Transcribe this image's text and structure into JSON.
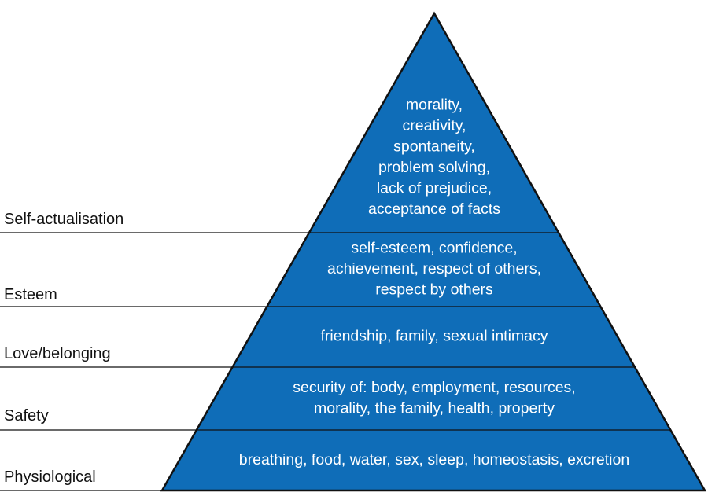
{
  "colors": {
    "fill": "#0f6db8",
    "stroke": "#111111",
    "tier_text": "#ffffff",
    "label_text": "#111111",
    "background": "#ffffff"
  },
  "levels": [
    {
      "label": "Self-actualisation",
      "lines": [
        "morality,",
        "creativity,",
        "spontaneity,",
        "problem solving,",
        "lack of prejudice,",
        "acceptance of facts"
      ]
    },
    {
      "label": "Esteem",
      "lines": [
        "self-esteem, confidence,",
        "achievement, respect of others,",
        "respect by others"
      ]
    },
    {
      "label": "Love/belonging",
      "lines": [
        "friendship, family, sexual intimacy"
      ]
    },
    {
      "label": "Safety",
      "lines": [
        "security of: body, employment, resources,",
        "morality, the family, health, property"
      ]
    },
    {
      "label": "Physiological",
      "lines": [
        "breathing, food, water, sex, sleep, homeostasis, excretion"
      ]
    }
  ]
}
